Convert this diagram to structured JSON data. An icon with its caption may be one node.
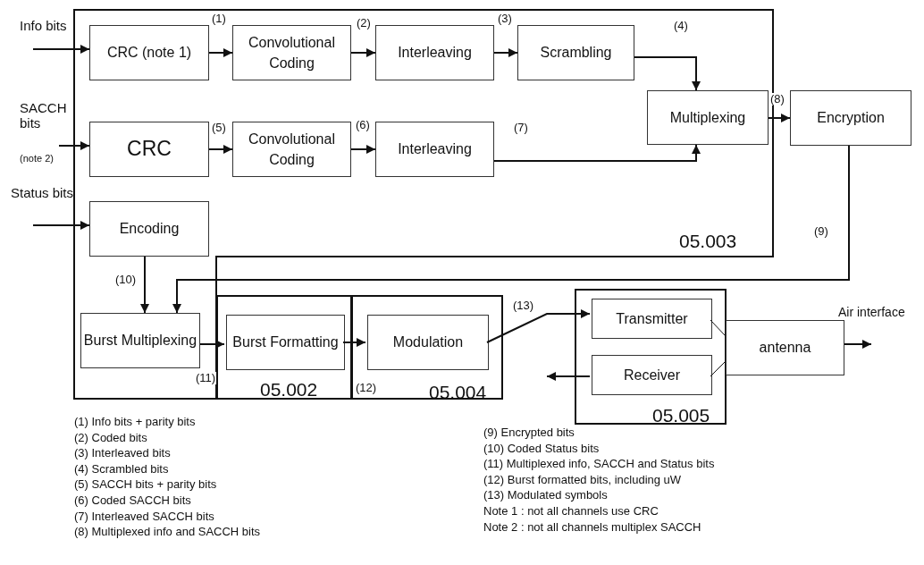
{
  "diagram": {
    "nodes": [
      {
        "text": [
          "05.003"
        ]
      },
      {
        "text": [
          "CRC (note 1)"
        ],
        "in": 0
      },
      {
        "text": [
          "Convolutional Coding"
        ],
        "in": 0
      },
      {
        "text": [
          "Interleaving"
        ],
        "in": 0
      },
      {
        "text": [
          "Scrambling"
        ],
        "in": 0
      },
      {
        "text": [
          "Multiplexing"
        ],
        "in": 0
      },
      {
        "text": [
          "CRC"
        ],
        "in": 0
      },
      {
        "text": [
          "Convolutional Coding"
        ],
        "in": 0
      },
      {
        "text": [
          "Interleaving"
        ],
        "in": 0
      },
      {
        "text": [
          "Encoding"
        ],
        "in": 0
      },
      {
        "text": [
          "Burst Multiplexing"
        ],
        "in": 0
      },
      {
        "text": [
          "Encryption"
        ]
      },
      {
        "text": [
          "05.002"
        ]
      },
      {
        "text": [
          "Burst Formatting"
        ],
        "in": 12
      },
      {
        "text": [
          "05.004"
        ]
      },
      {
        "text": [
          "Modulation"
        ],
        "in": 14
      },
      {
        "text": [
          "05.005"
        ]
      },
      {
        "text": [
          "Transmitter"
        ],
        "in": 16
      },
      {
        "text": [
          "Receiver"
        ],
        "in": 16
      },
      {
        "text": [
          "antenna"
        ]
      }
    ],
    "edges": [
      {
        "from": null,
        "to": 1,
        "arrow": "to"
      },
      {
        "from": null,
        "to": 6,
        "arrow": "to"
      },
      {
        "from": null,
        "to": 9,
        "arrow": "to"
      },
      {
        "from": 1,
        "to": 2,
        "arrow": "to",
        "label": "(1)"
      },
      {
        "from": 2,
        "to": 3,
        "arrow": "to",
        "label": "(2)"
      },
      {
        "from": 3,
        "to": 4,
        "arrow": "to",
        "label": "(3)"
      },
      {
        "from": 4,
        "to": 5,
        "arrow": "to",
        "label": "(4)"
      },
      {
        "from": 6,
        "to": 7,
        "arrow": "to",
        "label": "(5)"
      },
      {
        "from": 7,
        "to": 8,
        "arrow": "to",
        "label": "(6)"
      },
      {
        "from": 8,
        "to": 5,
        "arrow": "to",
        "label": "(7)"
      },
      {
        "from": 5,
        "to": 11,
        "arrow": "to",
        "label": "(8)"
      },
      {
        "from": 11,
        "to": 10,
        "arrow": "to",
        "label": "(9)"
      },
      {
        "from": 9,
        "to": 10,
        "arrow": "to",
        "label": "(10)"
      },
      {
        "from": 10,
        "to": 13,
        "arrow": "to",
        "label": "(11)"
      },
      {
        "from": 13,
        "to": 15,
        "arrow": "to",
        "label": "(12)"
      },
      {
        "from": 15,
        "to": 17,
        "arrow": "to",
        "label": "(13)"
      },
      {
        "from": 17,
        "to": 19,
        "arrow": "none"
      },
      {
        "from": 18,
        "to": 19,
        "arrow": "none"
      },
      {
        "from": 19,
        "to": null,
        "arrow": "to"
      },
      {
        "from": 18,
        "to": null,
        "arrow": "to"
      }
    ],
    "labels": [
      "Info bits",
      "SACCH bits",
      "(note 2)",
      "Status bits",
      "Air interface",
      "(1) Info bits + parity bits",
      "(2) Coded bits",
      "(3) Interleaved bits",
      "(4) Scrambled bits",
      "(5) SACCH bits + parity bits",
      "(6) Coded SACCH bits",
      "(7) Interleaved SACCH bits",
      "(8) Multiplexed info and SACCH bits",
      "(9) Encrypted bits",
      "(10) Coded Status bits",
      "(11) Multiplexed info, SACCH and Status bits",
      "(12) Burst formatted bits, including uW",
      "(13) Modulated symbols",
      "Note 1 : not all channels use CRC",
      "Note 2 : not all channels multiplex SACCH"
    ]
  }
}
